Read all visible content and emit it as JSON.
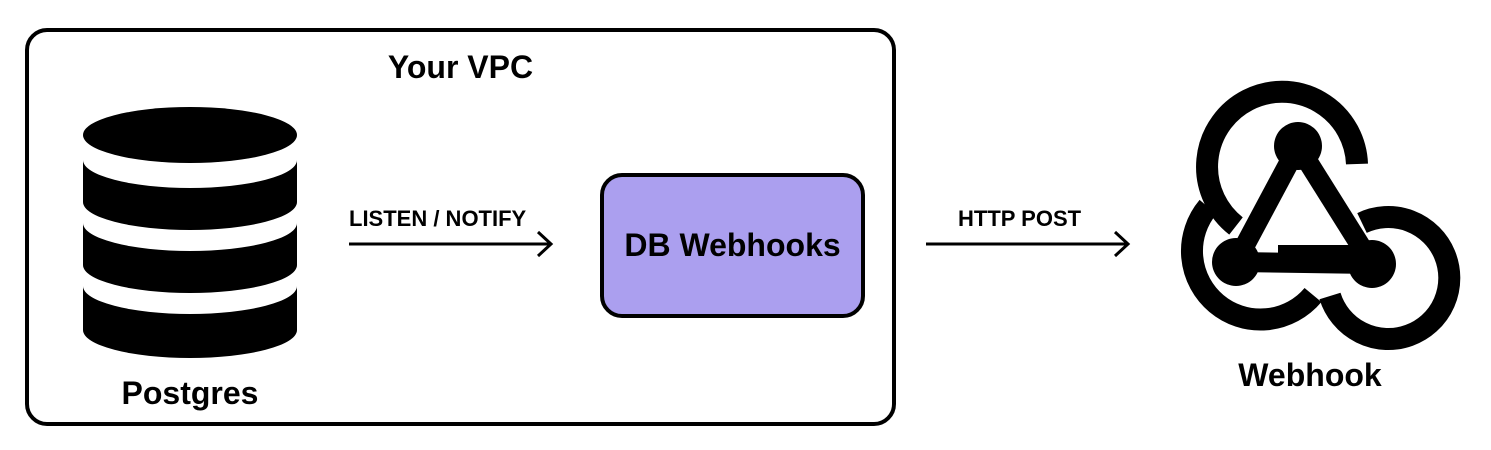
{
  "vpc": {
    "title": "Your VPC"
  },
  "database": {
    "icon": "database-icon",
    "label": "Postgres"
  },
  "service": {
    "label": "DB Webhooks",
    "fill_color": "#ab9fef"
  },
  "edges": [
    {
      "label": "LISTEN / NOTIFY"
    },
    {
      "label": "HTTP POST"
    }
  ],
  "target": {
    "icon": "webhook-icon",
    "label": "Webhook"
  }
}
